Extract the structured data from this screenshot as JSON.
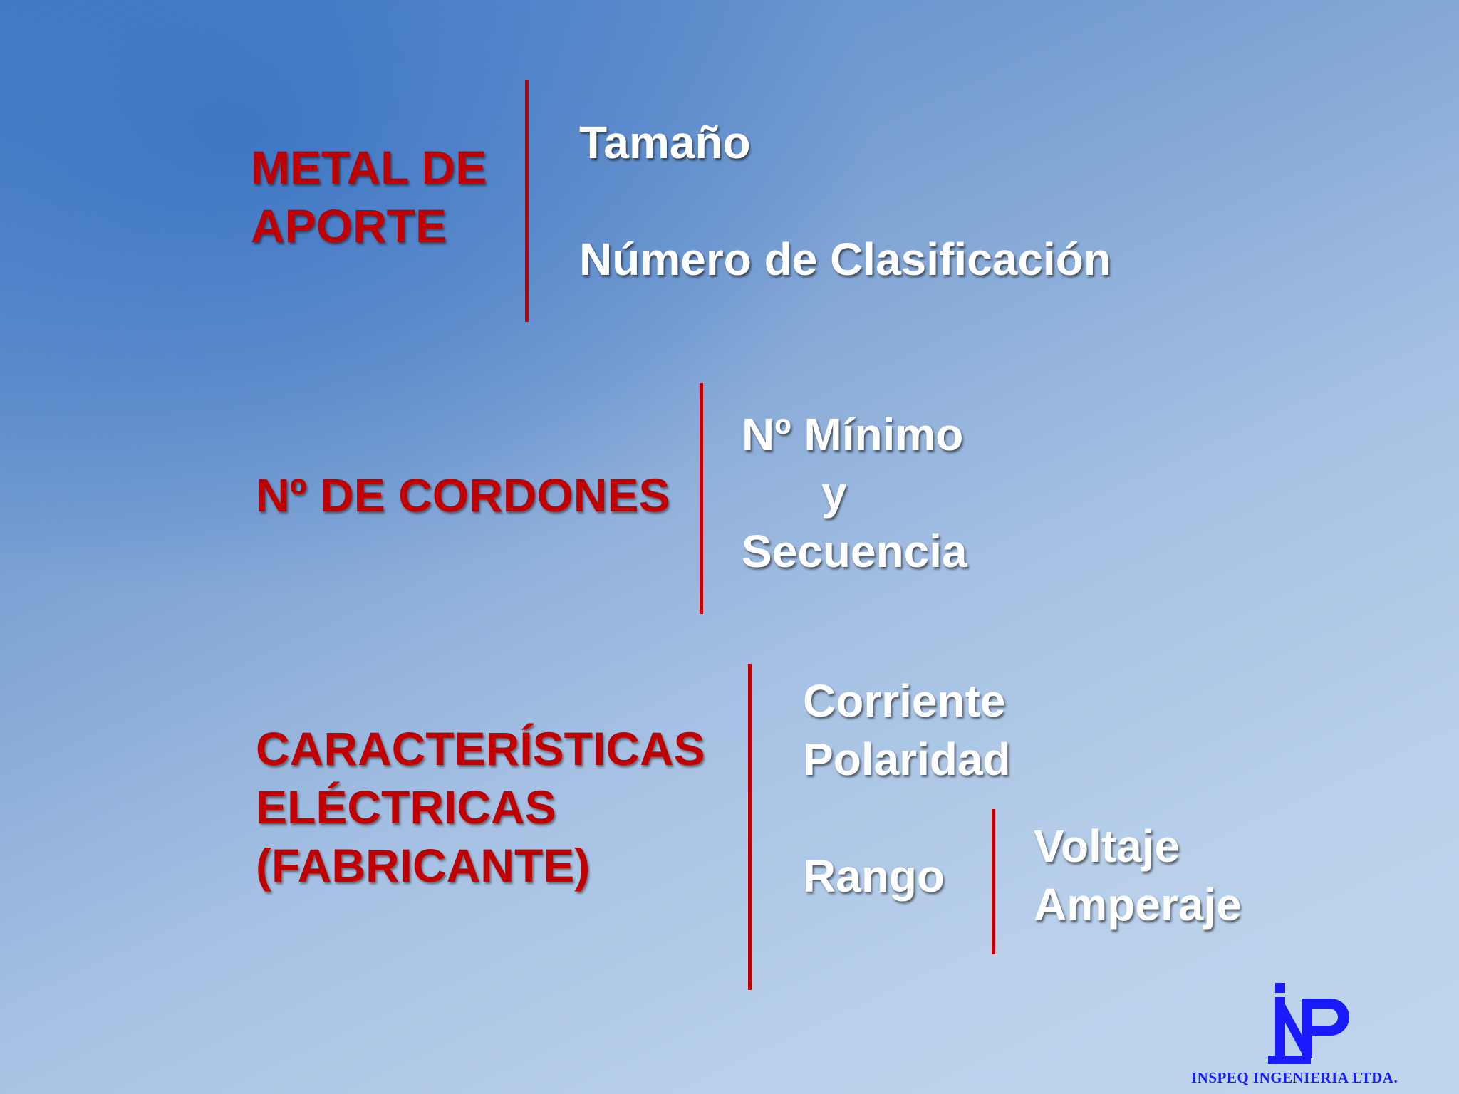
{
  "groups": [
    {
      "heading_lines": [
        "METAL DE",
        "APORTE"
      ],
      "items": [
        "Tamaño",
        "Número de Clasificación"
      ]
    },
    {
      "heading_lines": [
        "Nº DE CORDONES"
      ],
      "items": [
        "Nº Mínimo",
        "y",
        "Secuencia"
      ]
    },
    {
      "heading_lines": [
        "CARACTERÍSTICAS",
        "ELÉCTRICAS",
        "(FABRICANTE)"
      ],
      "items": [
        "Corriente",
        "Polaridad"
      ],
      "range": {
        "label": "Rango",
        "items": [
          "Voltaje",
          "Amperaje"
        ]
      }
    }
  ],
  "logo": {
    "caption": "INSPEQ INGENIERIA LTDA.",
    "color": "#1a1aff"
  },
  "colors": {
    "heading": "#c00000",
    "item_text": "#ffffff",
    "divider": "#c00000"
  }
}
